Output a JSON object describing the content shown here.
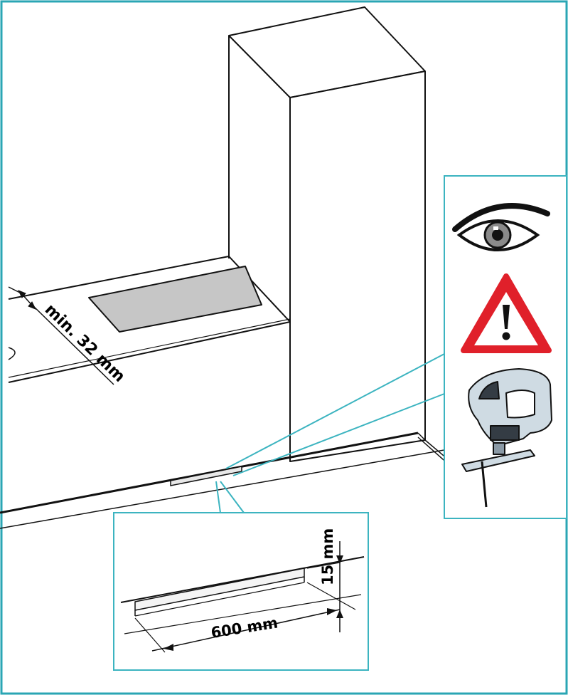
{
  "labels": {
    "min_clearance": "min. 32 mm",
    "slot_height": "15 mm",
    "slot_width": "600 mm"
  },
  "icons": {
    "panel": [
      "eye-icon",
      "warning-triangle-icon",
      "jigsaw-icon"
    ]
  },
  "colors": {
    "frame": "#2aa6b4",
    "callout": "#3cb4c0",
    "cooktop": "#c6c6c6",
    "warning": "#e0202a",
    "tool_body": "#cfdbe3",
    "tool_dark": "#343c44"
  }
}
